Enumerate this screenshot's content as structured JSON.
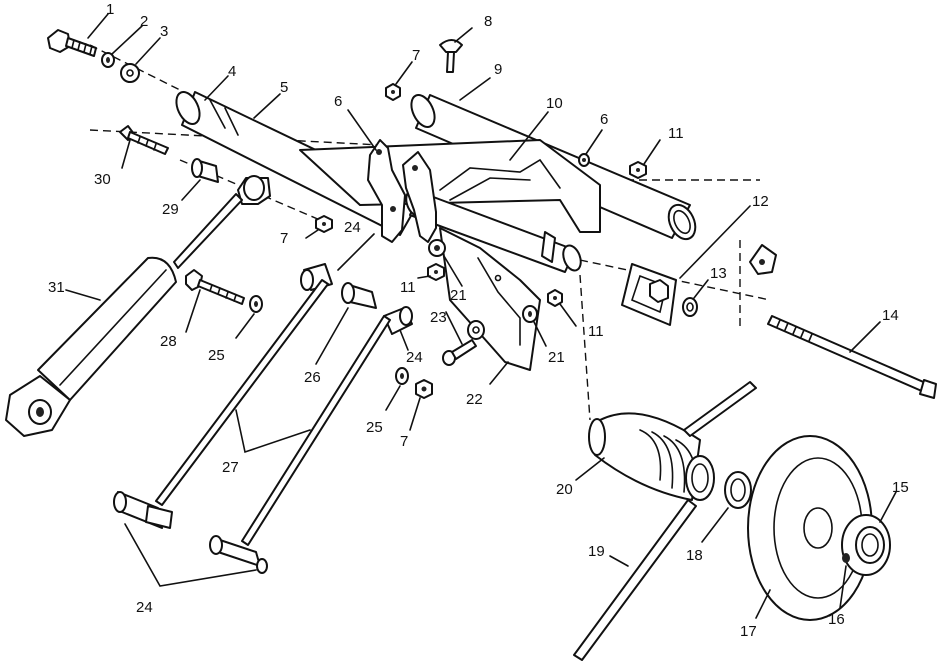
{
  "diagram": {
    "callouts": [
      {
        "id": "c1",
        "text": "1"
      },
      {
        "id": "c2",
        "text": "2"
      },
      {
        "id": "c3",
        "text": "3"
      },
      {
        "id": "c4",
        "text": "4"
      },
      {
        "id": "c5",
        "text": "5"
      },
      {
        "id": "c6a",
        "text": "6"
      },
      {
        "id": "c6b",
        "text": "6"
      },
      {
        "id": "c7a",
        "text": "7"
      },
      {
        "id": "c7b",
        "text": "7"
      },
      {
        "id": "c7c",
        "text": "7"
      },
      {
        "id": "c8",
        "text": "8"
      },
      {
        "id": "c9",
        "text": "9"
      },
      {
        "id": "c10",
        "text": "10"
      },
      {
        "id": "c11a",
        "text": "11"
      },
      {
        "id": "c11b",
        "text": "11"
      },
      {
        "id": "c11c",
        "text": "11"
      },
      {
        "id": "c12",
        "text": "12"
      },
      {
        "id": "c13",
        "text": "13"
      },
      {
        "id": "c14",
        "text": "14"
      },
      {
        "id": "c15",
        "text": "15"
      },
      {
        "id": "c16",
        "text": "16"
      },
      {
        "id": "c17",
        "text": "17"
      },
      {
        "id": "c18",
        "text": "18"
      },
      {
        "id": "c19",
        "text": "19"
      },
      {
        "id": "c20",
        "text": "20"
      },
      {
        "id": "c21a",
        "text": "21"
      },
      {
        "id": "c21b",
        "text": "21"
      },
      {
        "id": "c22",
        "text": "22"
      },
      {
        "id": "c23",
        "text": "23"
      },
      {
        "id": "c24a",
        "text": "24"
      },
      {
        "id": "c24b",
        "text": "24"
      },
      {
        "id": "c24c",
        "text": "24"
      },
      {
        "id": "c25a",
        "text": "25"
      },
      {
        "id": "c25b",
        "text": "25"
      },
      {
        "id": "c26",
        "text": "26"
      },
      {
        "id": "c27",
        "text": "27"
      },
      {
        "id": "c28",
        "text": "28"
      },
      {
        "id": "c29",
        "text": "29"
      },
      {
        "id": "c30",
        "text": "30"
      },
      {
        "id": "c31",
        "text": "31"
      }
    ]
  }
}
